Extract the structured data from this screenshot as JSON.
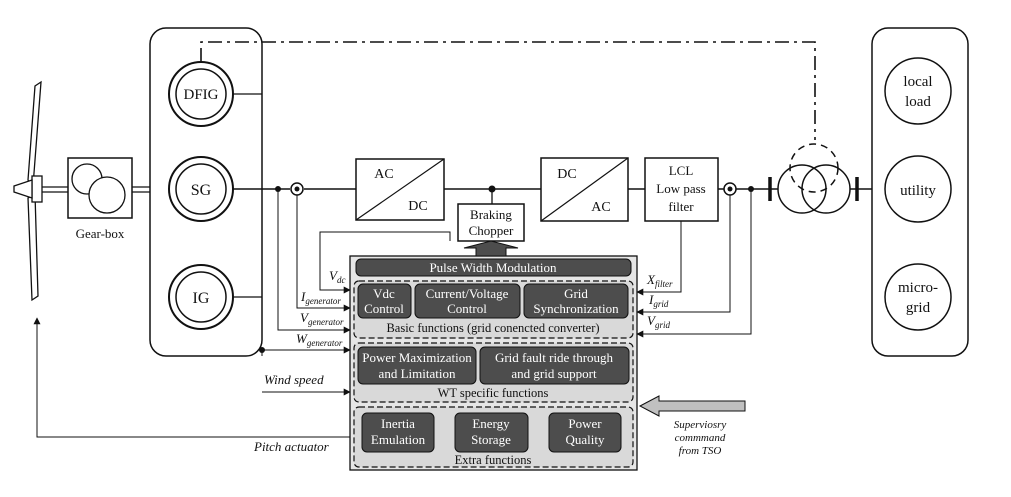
{
  "generators": {
    "dfig": "DFIG",
    "sg": "SG",
    "ig": "IG"
  },
  "gearbox": "Gear-box",
  "converters": {
    "acdc": {
      "top": "AC",
      "bottom": "DC"
    },
    "dcac": {
      "top": "DC",
      "bottom": "AC"
    },
    "lcl": {
      "line1": "LCL",
      "line2": "Low pass",
      "line3": "filter"
    },
    "braking": {
      "line1": "Braking",
      "line2": "Chopper"
    }
  },
  "loads": {
    "local": {
      "line1": "local",
      "line2": "load"
    },
    "utility": "utility",
    "microgrid": {
      "line1": "micro-",
      "line2": "grid"
    }
  },
  "control": {
    "pwm": "Pulse Width Modulation",
    "basic": {
      "vdc": {
        "line1": "Vdc",
        "line2": "Control"
      },
      "cv": {
        "line1": "Current/Voltage",
        "line2": "Control"
      },
      "grid": {
        "line1": "Grid",
        "line2": "Synchronization"
      },
      "title": "Basic functions (grid conencted converter)"
    },
    "wt": {
      "power": {
        "line1": "Power Maximization",
        "line2": "and Limitation"
      },
      "fault": {
        "line1": "Grid fault ride through",
        "line2": "and grid support"
      },
      "title": "WT specific functions"
    },
    "extra": {
      "inertia": {
        "line1": "Inertia",
        "line2": "Emulation"
      },
      "energy": {
        "line1": "Energy",
        "line2": "Storage"
      },
      "quality": {
        "line1": "Power",
        "line2": "Quality"
      },
      "title": "Extra functions"
    }
  },
  "signals": {
    "vdc": {
      "main": "V",
      "sub": "dc"
    },
    "igen": {
      "main": "I",
      "sub": "generator"
    },
    "vgen": {
      "main": "V",
      "sub": "generator"
    },
    "wgen": {
      "main": "W",
      "sub": "generator"
    },
    "xfilter": {
      "main": "X",
      "sub": "filter"
    },
    "igrid": {
      "main": "I",
      "sub": "grid"
    },
    "vgrid": {
      "main": "V",
      "sub": "grid"
    }
  },
  "wind_speed": "Wind speed",
  "pitch_actuator": "Pitch actuator",
  "supervisory": {
    "line1": "Superviosry",
    "line2": "commmand",
    "line3": "from TSO"
  },
  "colors": {
    "dark_box": "#4d4d4d",
    "panel_fill": "#d9d9d9",
    "outer_panel": "#e6e6e6",
    "arrow_fill": "#c0c0c0"
  }
}
